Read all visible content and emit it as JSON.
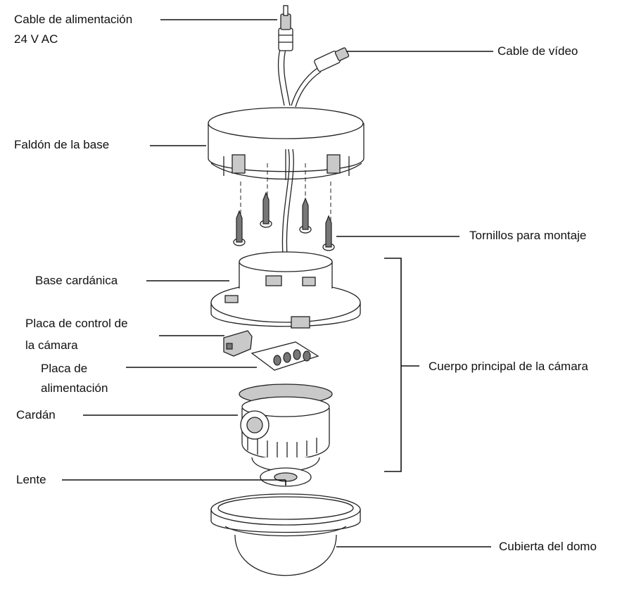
{
  "labels": {
    "power_cable_line1": "Cable de alimentación",
    "power_cable_line2": "24 V AC",
    "video_cable": "Cable de vídeo",
    "base_skirt": "Faldón de la base",
    "mounting_screws": "Tornillos para montaje",
    "gimbal_base": "Base cardánica",
    "camera_body": "Cuerpo principal de la cámara",
    "control_board_line1": "Placa de control de",
    "control_board_line2": "la cámara",
    "power_board_line1": "Placa de",
    "power_board_line2": "alimentación",
    "gimbal": "Cardán",
    "lens": "Lente",
    "dome_cover": "Cubierta del domo"
  }
}
